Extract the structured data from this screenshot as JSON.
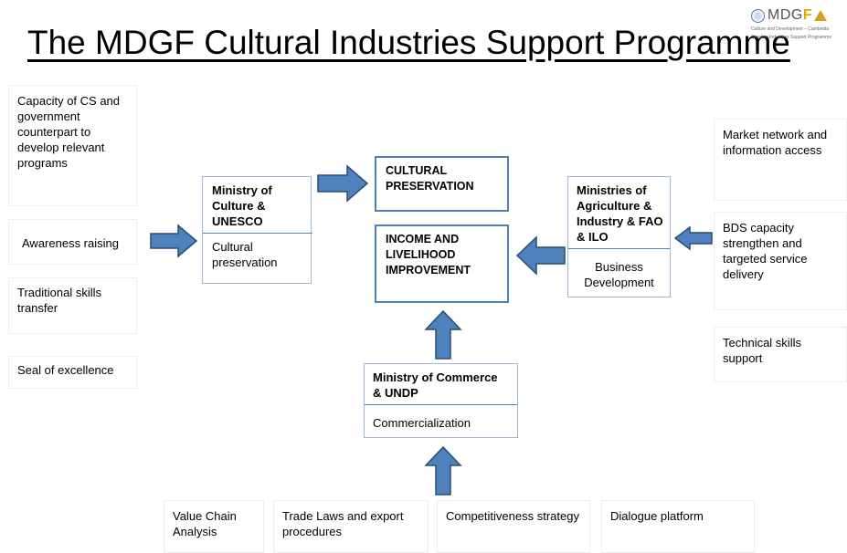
{
  "title": "The MDGF Cultural Industries Support Programme",
  "logo": {
    "text_main": "MDG",
    "text_accent": "F",
    "subtitle_line1": "Culture and Development – Cambodia",
    "subtitle_line2": "Creative Industries Support Programme"
  },
  "left_items": [
    "Capacity of CS and government counterpart to develop relevant programs",
    "Awareness raising",
    "Traditional skills transfer",
    "Seal of excellence"
  ],
  "right_items": [
    "Market network and information access",
    "BDS capacity strengthen and targeted service delivery",
    "Technical skills support"
  ],
  "bottom_items": [
    "Value Chain Analysis",
    "Trade Laws and export procedures",
    "Competitiveness strategy",
    "Dialogue platform"
  ],
  "ministry_culture": {
    "title": "Ministry of Culture & UNESCO",
    "subtitle": "Cultural preservation"
  },
  "ministry_agriculture": {
    "title": "Ministries of Agriculture & Industry  & FAO & ILO",
    "subtitle": "Business Development"
  },
  "ministry_commerce": {
    "title": "Ministry of Commerce & UNDP",
    "subtitle": "Commercialization"
  },
  "outcomes": {
    "cultural_preservation": "CULTURAL PRESERVATION",
    "income_livelihood": "INCOME AND LIVELIHOOD IMPROVEMENT"
  },
  "colors": {
    "arrow_fill": "#4f81bd",
    "arrow_stroke": "#2c4d75",
    "box_border": "#4f81bd"
  }
}
